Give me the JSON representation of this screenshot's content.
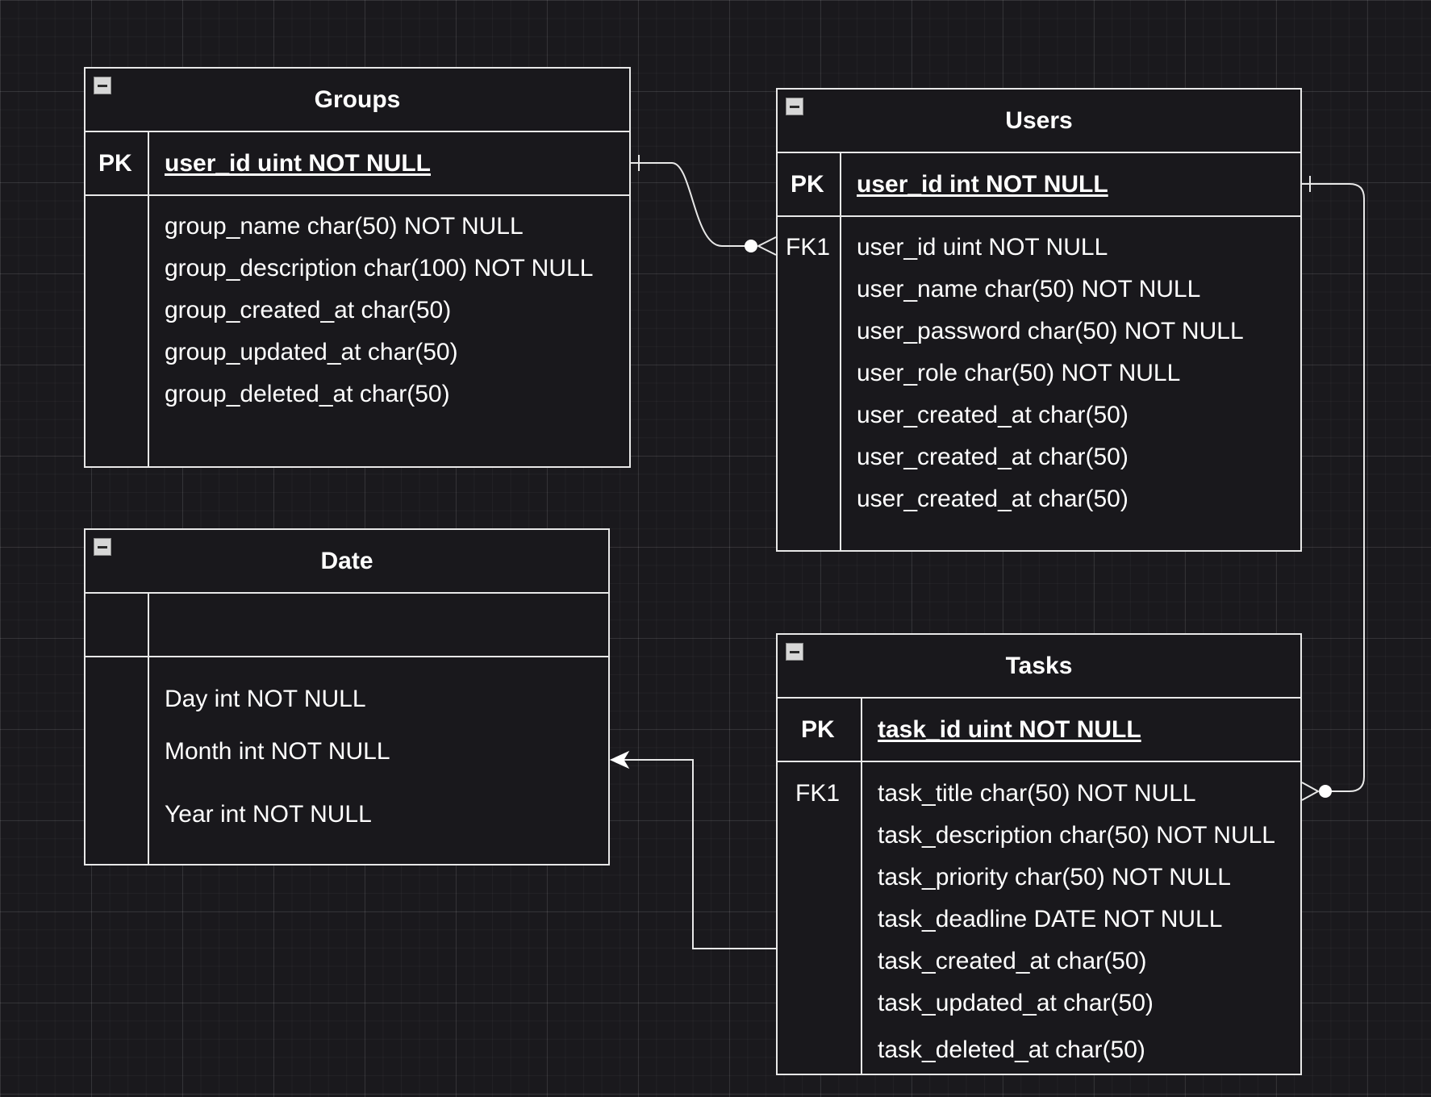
{
  "tables": {
    "groups": {
      "title": "Groups",
      "pk_label": "PK",
      "pk_field": "user_id uint NOT NULL",
      "fields": [
        "group_name char(50) NOT NULL",
        "group_description char(100) NOT NULL",
        "group_created_at char(50)",
        "group_updated_at char(50)",
        "group_deleted_at char(50)"
      ]
    },
    "users": {
      "title": "Users",
      "pk_label": "PK",
      "pk_field": "user_id int NOT NULL",
      "fk_label": "FK1",
      "fields": [
        "user_id uint NOT NULL",
        "user_name char(50) NOT NULL",
        "user_password char(50) NOT NULL",
        "user_role char(50) NOT NULL",
        "user_created_at char(50)",
        "user_created_at char(50)",
        "user_created_at char(50)"
      ]
    },
    "date": {
      "title": "Date",
      "fields": [
        "Day int NOT NULL",
        "Month int NOT NULL",
        "Year int NOT NULL"
      ]
    },
    "tasks": {
      "title": "Tasks",
      "pk_label": "PK",
      "pk_field": "task_id uint NOT NULL",
      "fk_label": "FK1",
      "fields": [
        "task_title char(50) NOT NULL",
        "task_description char(50) NOT NULL",
        "task_priority char(50) NOT NULL",
        "task_deadline DATE NOT NULL",
        "task_created_at char(50)",
        "task_updated_at char(50)",
        "task_deleted_at char(50)"
      ]
    }
  },
  "relationships": [
    {
      "from": "Groups",
      "to": "Users",
      "from_end": "one",
      "to_end": "zero-or-many"
    },
    {
      "from": "Users",
      "to": "Tasks",
      "from_end": "one",
      "to_end": "zero-or-many"
    },
    {
      "from": "Tasks",
      "to": "Date",
      "to_end": "arrow"
    }
  ],
  "colors": {
    "background": "#1a191d",
    "line": "#e8e8e8",
    "text": "#ffffff"
  }
}
